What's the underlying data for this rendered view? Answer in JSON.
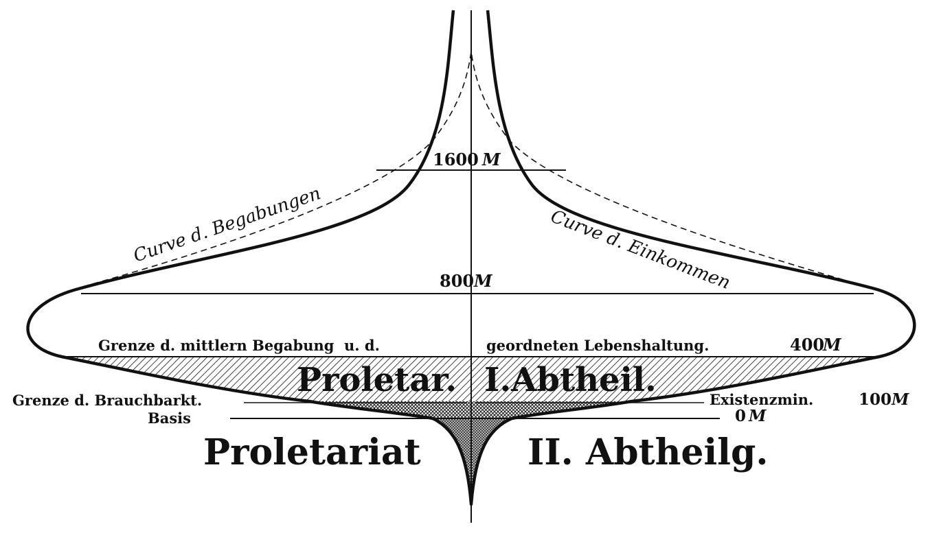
{
  "labels": {
    "level_1600": "1600",
    "level_800": "800",
    "level_400": "400",
    "level_100": "100",
    "level_0": "0",
    "mark_unit": "M",
    "curve_talent": "Curve d. Begabungen",
    "curve_income": "Curve d. Einkommen",
    "talent_limit_left": "Grenze d. mittlern Begabung  u. d.",
    "talent_limit_right": "geordneten Lebenshaltung.",
    "usability_limit": "Grenze d. Brauchbarkt.",
    "basis": "Basis",
    "subsistence_min": "Existenzmin.",
    "prol1_left": "Proletar.",
    "prol1_right": "I.Abtheil.",
    "prol2_left": "Proletariat",
    "prol2_right": "II. Abtheilg."
  },
  "colors": {
    "ink": "#111111",
    "paper": "#ffffff"
  }
}
